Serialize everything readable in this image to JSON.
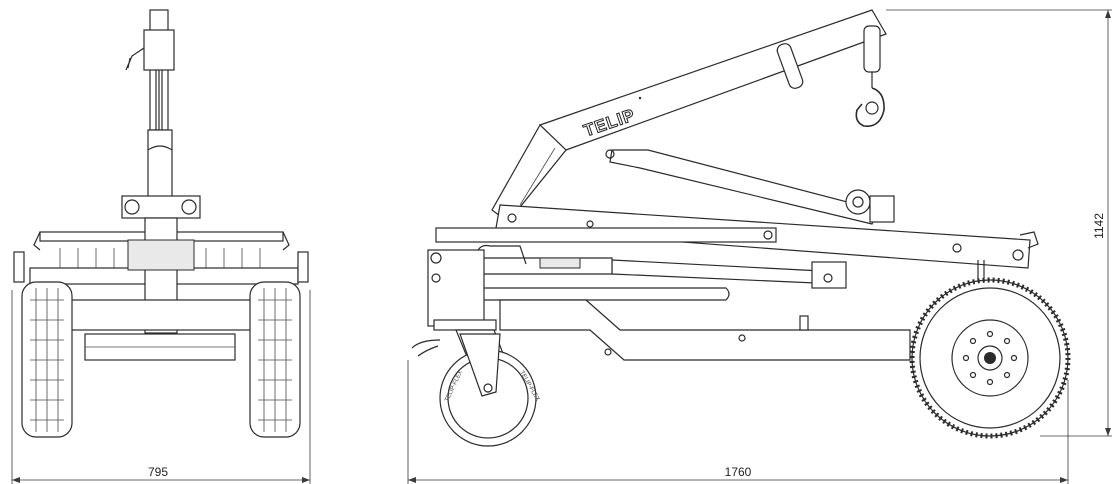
{
  "drawing": {
    "brand": "TELIP",
    "brand_mark": "•",
    "dimensions": {
      "front_width": "795",
      "side_length": "1760",
      "side_height": "1142"
    }
  }
}
